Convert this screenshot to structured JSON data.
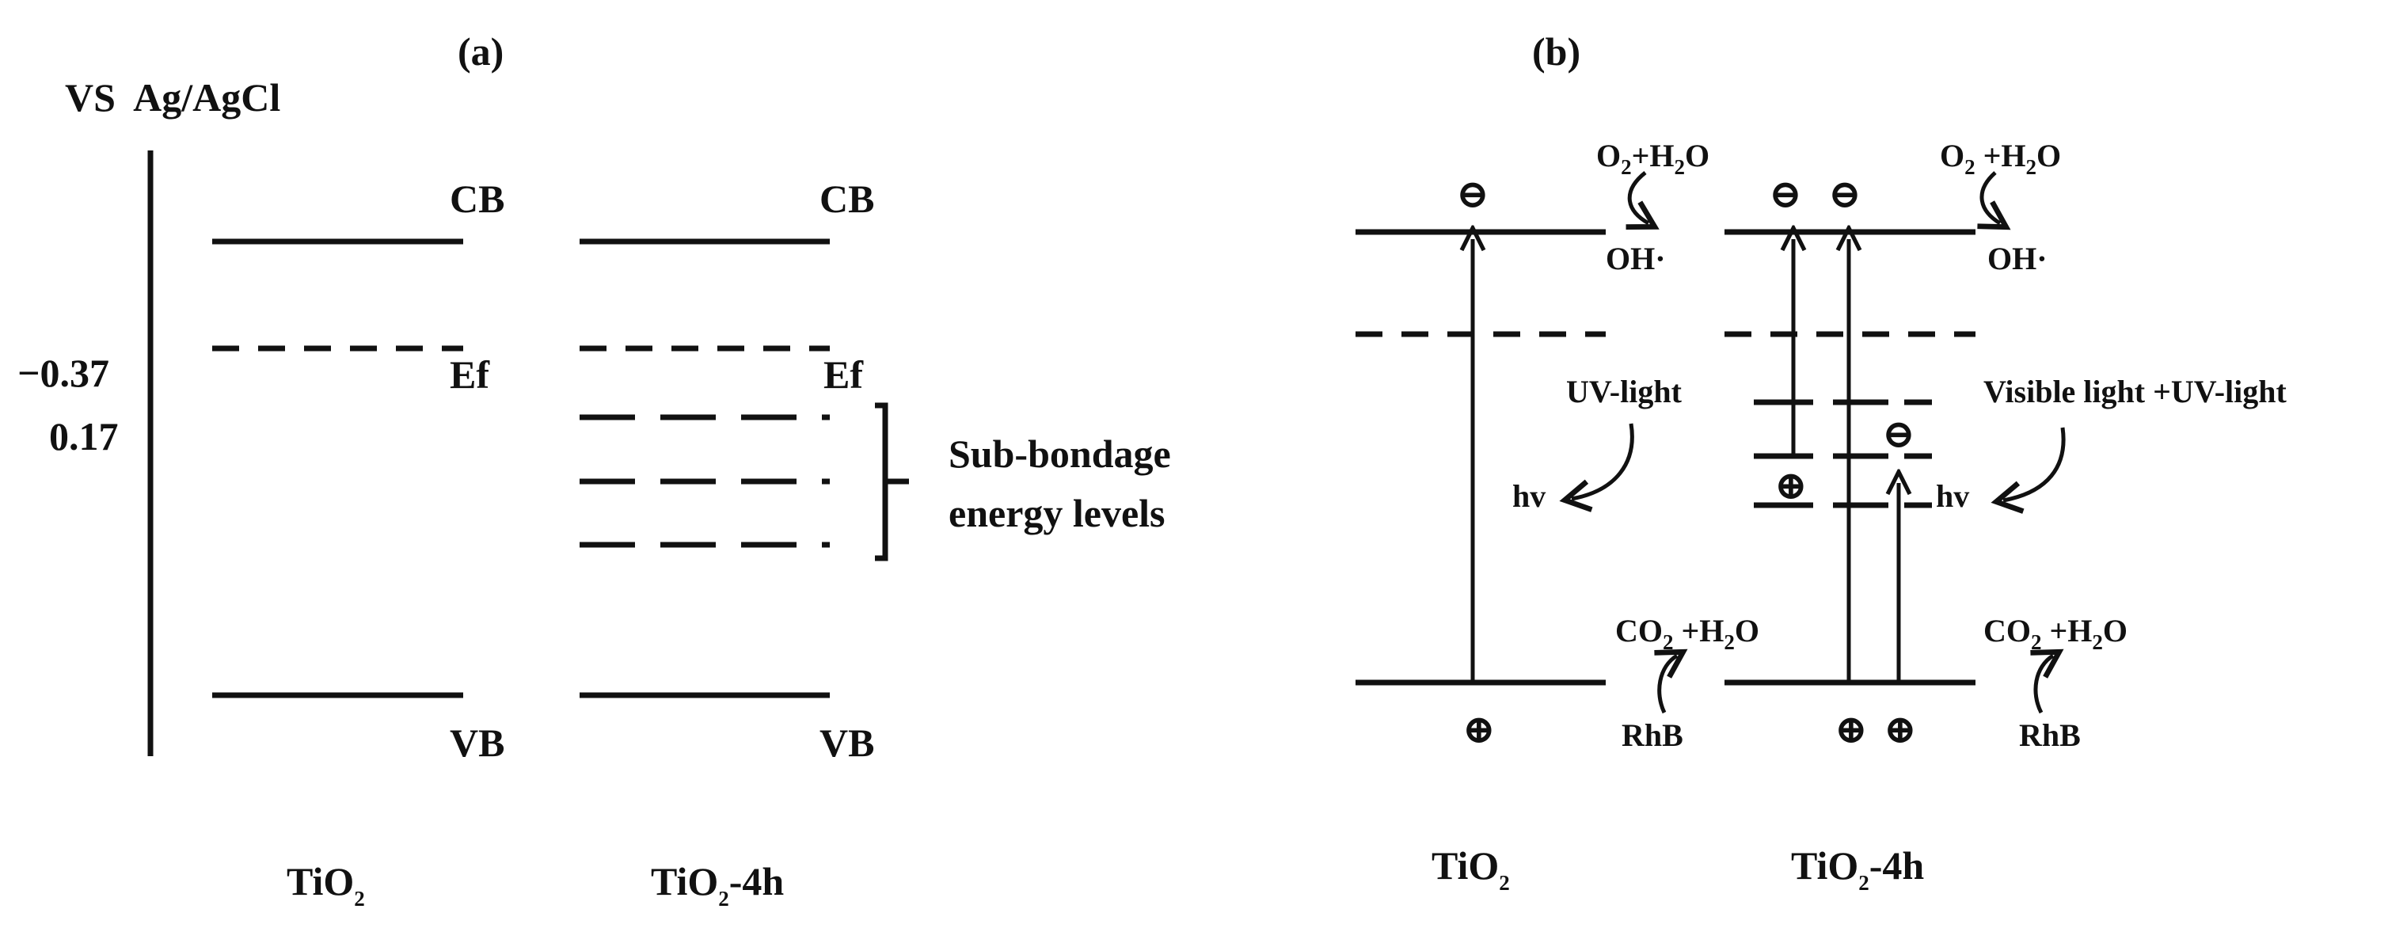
{
  "panel_a": {
    "label": "(a)",
    "axis_reference": "VS  Ag/AgCl",
    "potential_top": "−0.37",
    "potential_bottom": "0.17",
    "cb_label_1": "CB",
    "cb_label_2": "CB",
    "ef_label_1": "Ef",
    "ef_label_2": "Ef",
    "vb_label_1": "VB",
    "vb_label_2": "VB",
    "subband_line1": "Sub-bondage",
    "subband_line2": "energy levels",
    "material_1": "TiO",
    "material_1_sub": "2",
    "material_2": "TiO",
    "material_2_sub": "2",
    "material_2_suffix": "-4h"
  },
  "panel_b": {
    "label": "(b)",
    "electron_symbol": "⊖",
    "hole_symbol": "⊕",
    "o2_h2o_1": {
      "a": "O",
      "a_sub": "2",
      "b": "+H",
      "b_sub": "2",
      "c": "O"
    },
    "o2_h2o_2": {
      "a": "O",
      "a_sub": "2",
      "b": " +H",
      "b_sub": "2",
      "c": "O"
    },
    "oh_1": "OH·",
    "oh_2": "OH·",
    "light_1": "UV-light",
    "light_2": "Visible light +UV-light",
    "hv_1": "hv",
    "hv_2": "hv",
    "co2_h2o_1": {
      "a": "CO",
      "a_sub": "2",
      "b": " +H",
      "b_sub": "2",
      "c": "O"
    },
    "co2_h2o_2": {
      "a": "CO",
      "a_sub": "2",
      "b": " +H",
      "b_sub": "2",
      "c": "O"
    },
    "rhb_1": "RhB",
    "rhb_2": "RhB",
    "material_1": "TiO",
    "material_1_sub": "2",
    "material_2": "TiO",
    "material_2_sub": "2",
    "material_2_suffix": "-4h"
  }
}
